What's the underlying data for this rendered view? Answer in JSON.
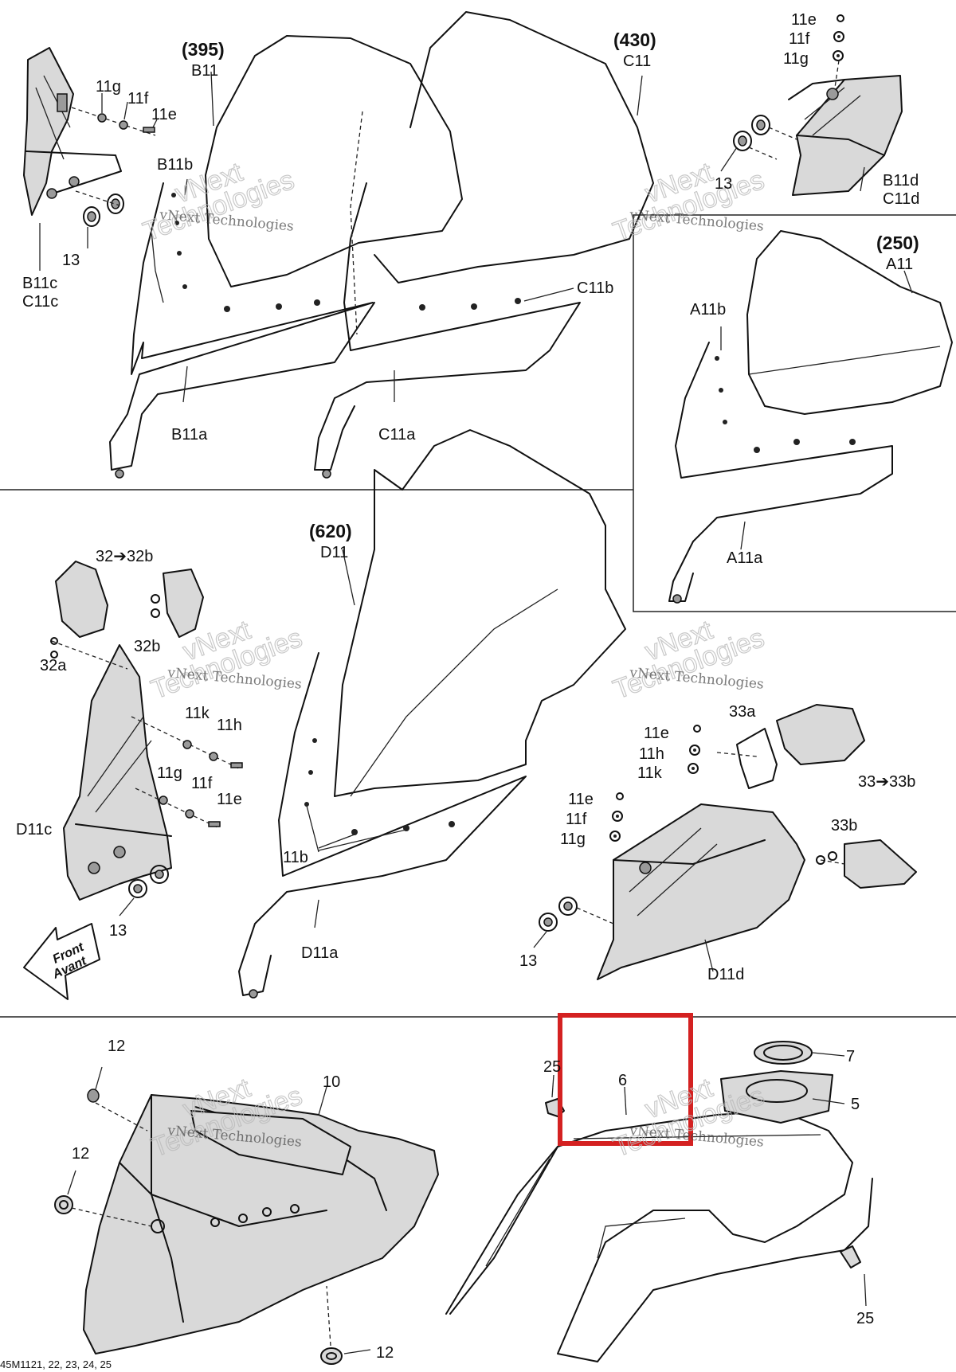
{
  "models": [
    {
      "code": "(395)",
      "part": "B11"
    },
    {
      "code": "(430)",
      "part": "C11"
    },
    {
      "code": "(250)",
      "part": "A11"
    },
    {
      "code": "(620)",
      "part": "D11"
    }
  ],
  "labels": {
    "tl_11g": "11g",
    "tl_11f": "11f",
    "tl_11e": "11e",
    "tl_B11b": "B11b",
    "tl_13": "13",
    "tl_B11c": "B11c",
    "tl_C11c": "C11c",
    "tm_B11a": "B11a",
    "tm_C11a": "C11a",
    "tm_C11b": "C11b",
    "tr_11e": "11e",
    "tr_11f": "11f",
    "tr_11g": "11g",
    "tr_13": "13",
    "tr_B11d": "B11d",
    "tr_C11d": "C11d",
    "mr_A11b": "A11b",
    "mr_A11a": "A11a",
    "ml_32_32b": "32➔32b",
    "ml_32b": "32b",
    "ml_32a": "32a",
    "ml_11k": "11k",
    "ml_11h": "11h",
    "ml_11g": "11g",
    "ml_11f": "11f",
    "ml_11e": "11e",
    "ml_D11c": "D11c",
    "ml_13": "13",
    "mm_11b": "11b",
    "mm_D11a": "D11a",
    "mr_33a": "33a",
    "mr_11e1": "11e",
    "mr_11h": "11h",
    "mr_11k": "11k",
    "mr_11e2": "11e",
    "mr_11f": "11f",
    "mr_11g": "11g",
    "mr_33_33b": "33➔33b",
    "mr_33b": "33b",
    "mr_13": "13",
    "mr_D11d": "D11d",
    "bl_12a": "12",
    "bl_10": "10",
    "bl_12b": "12",
    "bl_12c": "12",
    "br_25a": "25",
    "br_6": "6",
    "br_7": "7",
    "br_5": "5",
    "br_25b": "25"
  },
  "front_arrow": {
    "line1": "Front",
    "line2": "Avant"
  },
  "watermark": {
    "line1": "vNext",
    "line2": "Technologies",
    "line3": "vNext Technologies"
  },
  "footer_code": "45M1121, 22, 23, 24, 25",
  "highlight_color": "#d42121"
}
